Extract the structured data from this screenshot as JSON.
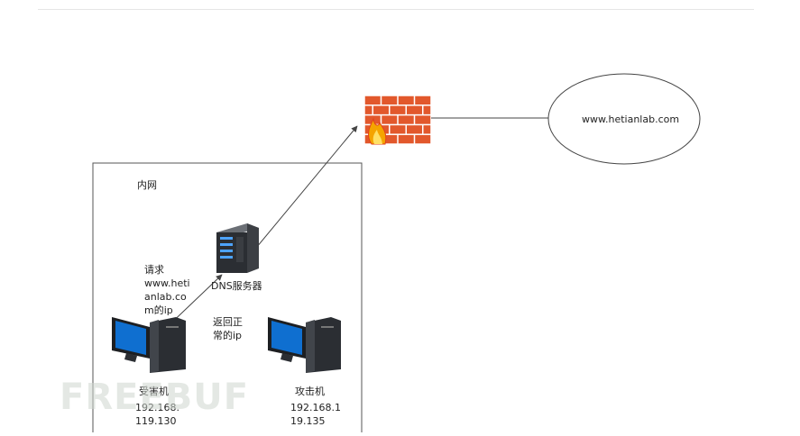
{
  "labels": {
    "intranet": "内网",
    "dns_server": "DNS服务器",
    "request_note": "请求\nwww.heti\nanlab.co\nm的ip",
    "return_note": "返回正\n常的ip",
    "victim_name": "受害机",
    "victim_ip": "192.168.\n119.130",
    "attacker_name": "攻击机",
    "attacker_ip": "192.168.1\n19.135",
    "website": "www.hetianlab.com"
  },
  "watermark": "FREEBUF",
  "colors": {
    "firewall_brick": "#e2582c",
    "firewall_mortar": "#ffffff",
    "flame": "#f7b400",
    "server_body": "#2b2e33",
    "server_led": "#4da3ff",
    "monitor_screen": "#0f6fd0",
    "line": "#444444"
  }
}
